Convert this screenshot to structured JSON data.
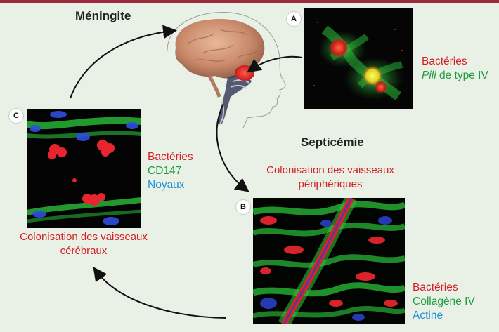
{
  "titles": {
    "meningite": "Méningite",
    "septicemie": "Septicémie"
  },
  "panels": {
    "a": {
      "letter": "A",
      "legend": {
        "line1": "Bactéries",
        "line2_italic": "Pili",
        "line2_rest": " de type IV"
      }
    },
    "b": {
      "letter": "B",
      "caption_line1": "Colonisation des vaisseaux",
      "caption_line2": "périphériques",
      "legend": [
        "Bactéries",
        "Collagène IV",
        "Actine"
      ]
    },
    "c": {
      "letter": "C",
      "caption_line1": "Colonisation des vaisseaux",
      "caption_line2": "cérébraux",
      "legend": [
        "Bactéries",
        "CD147",
        "Noyaux"
      ]
    }
  },
  "colors": {
    "bacteria": "#d42027",
    "green_marker": "#1f9c3d",
    "blue_marker": "#1f8fd1",
    "top_bar": "#9b2b3a",
    "background": "#e9f1e6"
  }
}
